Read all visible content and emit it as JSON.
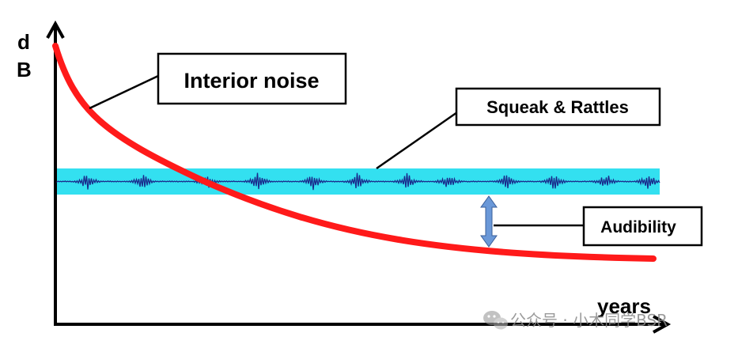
{
  "axes": {
    "y_label_line1": "d",
    "y_label_line2": "B",
    "x_label": "years"
  },
  "labels": {
    "interior_noise": "Interior noise",
    "squeak_rattles": "Squeak & Rattles",
    "audibility": "Audibility"
  },
  "watermark": {
    "text": "公众号 · 小木同学BSR"
  },
  "colors": {
    "curve": "#ff1a1a",
    "band": "#33e0f0",
    "waveform": "#1a2a8c",
    "arrow": "#6a98d8",
    "axis": "#000000"
  }
}
